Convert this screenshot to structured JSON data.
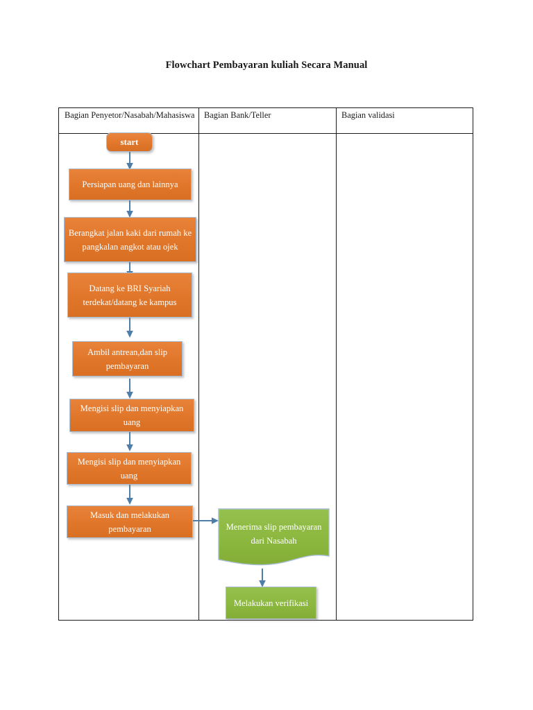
{
  "document": {
    "title": "Flowchart Pembayaran kuliah Secara Manual"
  },
  "colors": {
    "orange_fill": "#e0762a",
    "green_fill": "#8cb83f",
    "arrow": "#4e7ea8",
    "border": "#9fb8d0",
    "table_line": "#1a1a1a",
    "text_on_shape": "#ffffff",
    "page_background": "#ffffff"
  },
  "lanes": [
    {
      "id": "lane-penyetor",
      "header": "Bagian Penyetor/Nasabah/Mahasiswa"
    },
    {
      "id": "lane-bank",
      "header": "Bagian Bank/Teller"
    },
    {
      "id": "lane-validasi",
      "header": "Bagian validasi"
    }
  ],
  "nodes": [
    {
      "id": "start",
      "label": "start",
      "shape": "rounded-rectangle",
      "lane": "lane-penyetor",
      "color": "orange"
    },
    {
      "id": "persiapan",
      "label": "Persiapan uang dan lainnya",
      "shape": "rectangle",
      "lane": "lane-penyetor",
      "color": "orange"
    },
    {
      "id": "berangkat",
      "label": "Berangkat jalan kaki dari rumah ke pangkalan angkot atau ojek",
      "shape": "rectangle",
      "lane": "lane-penyetor",
      "color": "orange"
    },
    {
      "id": "datang",
      "label": "Datang ke BRI Syariah terdekat/datang ke kampus",
      "shape": "rectangle",
      "lane": "lane-penyetor",
      "color": "orange"
    },
    {
      "id": "ambil-antrean",
      "label": "Ambil antrean,dan slip pembayaran",
      "shape": "rectangle",
      "lane": "lane-penyetor",
      "color": "orange"
    },
    {
      "id": "mengisi-slip-1",
      "label": "Mengisi slip dan menyiapkan uang",
      "shape": "rectangle",
      "lane": "lane-penyetor",
      "color": "orange"
    },
    {
      "id": "mengisi-slip-2",
      "label": "Mengisi slip dan menyiapkan uang",
      "shape": "rectangle",
      "lane": "lane-penyetor",
      "color": "orange"
    },
    {
      "id": "masuk",
      "label": "Masuk dan melakukan pembayaran",
      "shape": "rectangle",
      "lane": "lane-penyetor",
      "color": "orange"
    },
    {
      "id": "menerima-slip",
      "label": "Menerima slip pembayaran dari Nasabah",
      "shape": "document",
      "lane": "lane-bank",
      "color": "green"
    },
    {
      "id": "verifikasi",
      "label": "Melakukan verifikasi",
      "shape": "rectangle",
      "lane": "lane-bank",
      "color": "green"
    }
  ],
  "connectors": [
    {
      "from": "start",
      "to": "persiapan",
      "direction": "down"
    },
    {
      "from": "persiapan",
      "to": "berangkat",
      "direction": "down"
    },
    {
      "from": "berangkat",
      "to": "datang",
      "direction": "down"
    },
    {
      "from": "datang",
      "to": "ambil-antrean",
      "direction": "down"
    },
    {
      "from": "ambil-antrean",
      "to": "mengisi-slip-1",
      "direction": "down"
    },
    {
      "from": "mengisi-slip-1",
      "to": "mengisi-slip-2",
      "direction": "down"
    },
    {
      "from": "mengisi-slip-2",
      "to": "masuk",
      "direction": "down"
    },
    {
      "from": "masuk",
      "to": "menerima-slip",
      "direction": "right"
    },
    {
      "from": "menerima-slip",
      "to": "verifikasi",
      "direction": "down"
    }
  ]
}
